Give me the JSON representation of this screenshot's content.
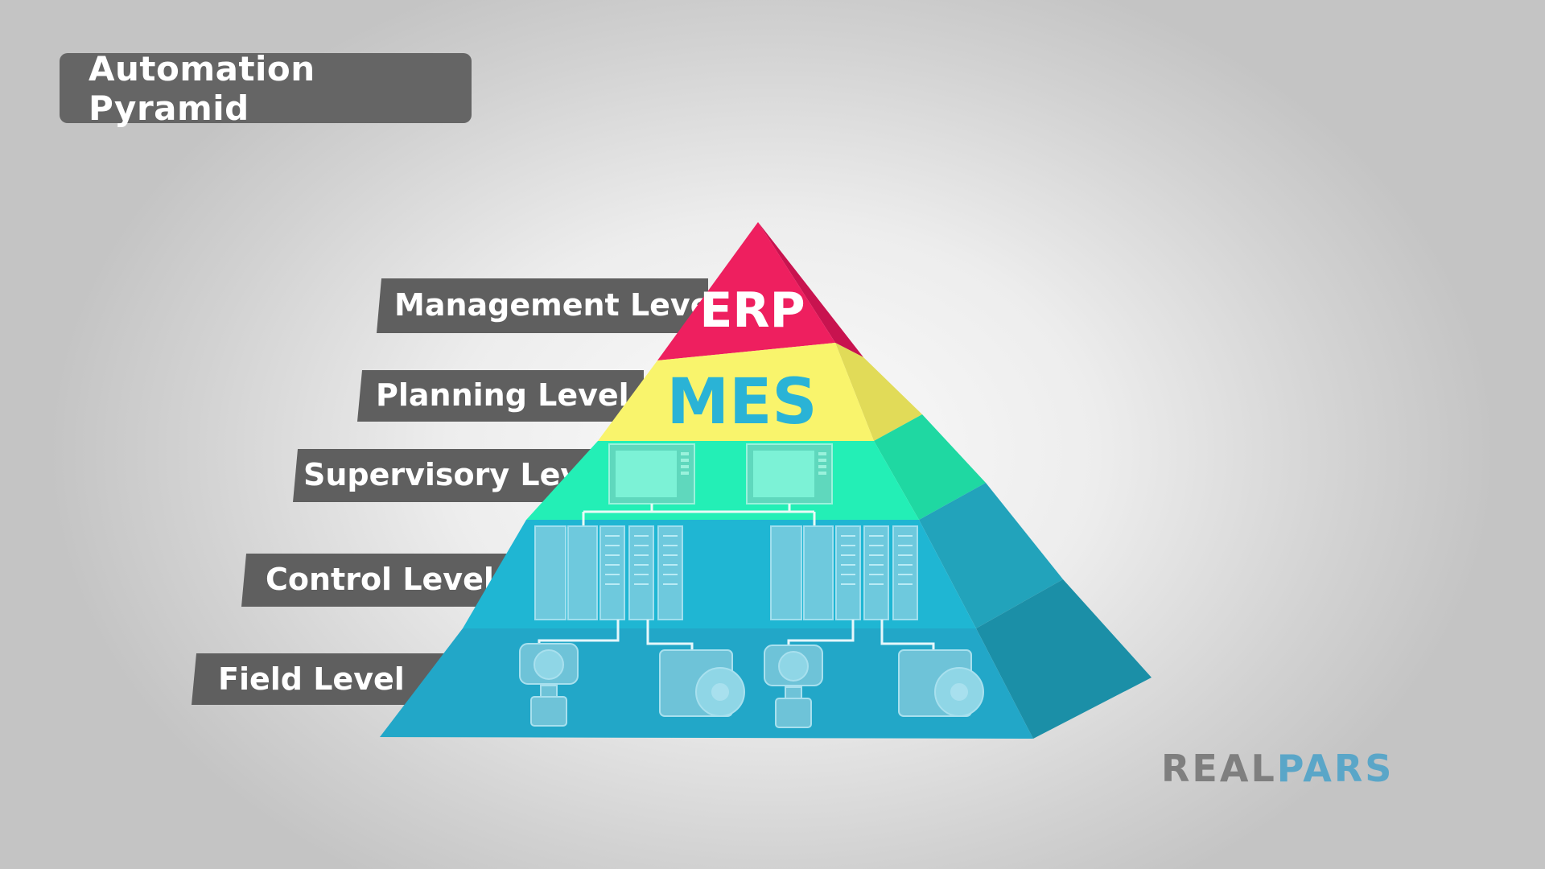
{
  "title": "Automation Pyramid",
  "levels": [
    {
      "label": "Management Level",
      "code": "ERP",
      "color": "#ee1f5f"
    },
    {
      "label": "Planning Level",
      "code": "MES",
      "color": "#f9f46c"
    },
    {
      "label": "Supervisory Level",
      "code": "",
      "color": "#23efb6"
    },
    {
      "label": "Control Level",
      "code": "",
      "color": "#1fb6d3"
    },
    {
      "label": "Field Level",
      "code": "",
      "color": "#22a7c8"
    }
  ],
  "label_color": "#5f5f5f",
  "mes_text_color": "#2ab3d6",
  "logo": {
    "part1": "REAL",
    "part2": "PARS",
    "color1": "#7f7f7f",
    "color2": "#5aa6c8"
  }
}
